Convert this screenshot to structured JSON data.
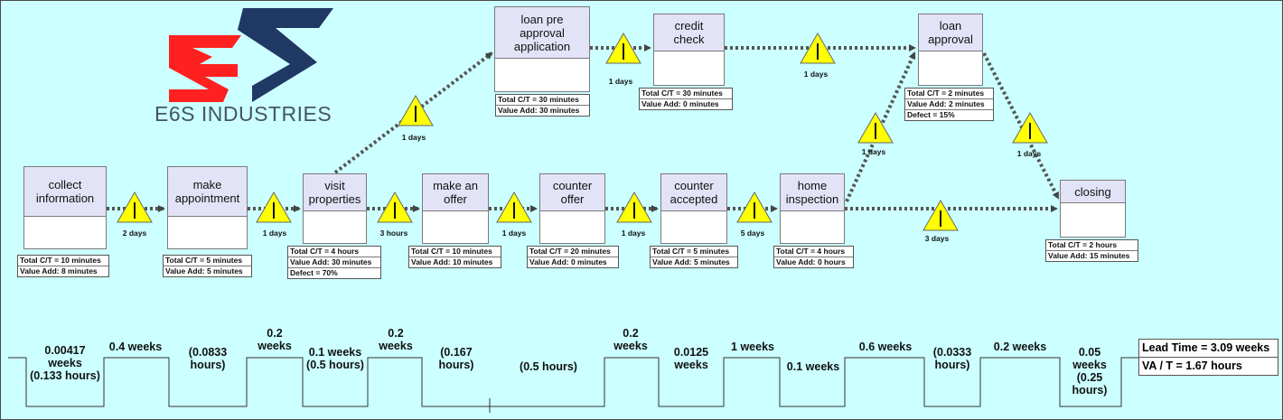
{
  "brand": {
    "company": "E6S INDUSTRIES",
    "logo_letters": "ES",
    "colors": {
      "red": "#ff2020",
      "navy": "#1f3864"
    }
  },
  "processes": [
    {
      "id": "collect",
      "title": "collect\ninformation",
      "data": [
        "Total C/T = 10 minutes",
        "Value Add: 8 minutes"
      ]
    },
    {
      "id": "appointment",
      "title": "make\nappointment",
      "data": [
        "Total C/T = 5 minutes",
        "Value Add: 5 minutes"
      ]
    },
    {
      "id": "visit",
      "title": "visit\nproperties",
      "data": [
        "Total C/T = 4 hours",
        "Value Add: 30 minutes",
        "Defect = 70%"
      ]
    },
    {
      "id": "offer",
      "title": "make an\noffer",
      "data": [
        "Total C/T = 10 minutes",
        "Value Add: 10 minutes"
      ]
    },
    {
      "id": "counter",
      "title": "counter\noffer",
      "data": [
        "Total C/T = 20 minutes",
        "Value Add: 0 minutes"
      ]
    },
    {
      "id": "accepted",
      "title": "counter\naccepted",
      "data": [
        "Total C/T = 5 minutes",
        "Value Add: 5 minutes"
      ]
    },
    {
      "id": "inspection",
      "title": "home\ninspection",
      "data": [
        "Total C/T = 4 hours",
        "Value Add: 0 hours"
      ]
    },
    {
      "id": "preapproval",
      "title": "loan pre\napproval\napplication",
      "data": [
        "Total C/T = 30 minutes",
        "Value Add: 30 minutes"
      ]
    },
    {
      "id": "credit",
      "title": "credit\ncheck",
      "data": [
        "Total C/T = 30 minutes",
        "Value Add: 0 minutes"
      ]
    },
    {
      "id": "loanapproval",
      "title": "loan\napproval",
      "data": [
        "Total C/T = 2 minutes",
        "Value Add: 2 minutes",
        "Defect = 15%"
      ]
    },
    {
      "id": "closing",
      "title": "closing",
      "data": [
        "Total C/T = 2 hours",
        "Value Add: 15 minutes"
      ]
    }
  ],
  "waits": [
    "2 days",
    "1 days",
    "3 hours",
    "1 days",
    "1 days",
    "5 days",
    "3 days",
    "1 days",
    "1 days",
    "1 days",
    "1 days",
    "1 days"
  ],
  "timeline": {
    "labels": [
      "0.00417\nweeks\n(0.133 hours)",
      "0.4 weeks",
      "(0.0833\nhours)",
      "0.2\nweeks",
      "0.1 weeks\n(0.5 hours)",
      "0.2\nweeks",
      "(0.167\nhours)",
      "(0.5 hours)",
      "0.2\nweeks",
      "0.0125\nweeks",
      "1 weeks",
      "0.1 weeks",
      "0.6 weeks",
      "(0.0333\nhours)",
      "0.2 weeks",
      "0.05\nweeks\n(0.25\nhours)"
    ],
    "lead_time": "Lead Time = 3.09 weeks",
    "va_ratio": "VA / T = 1.67 hours"
  }
}
